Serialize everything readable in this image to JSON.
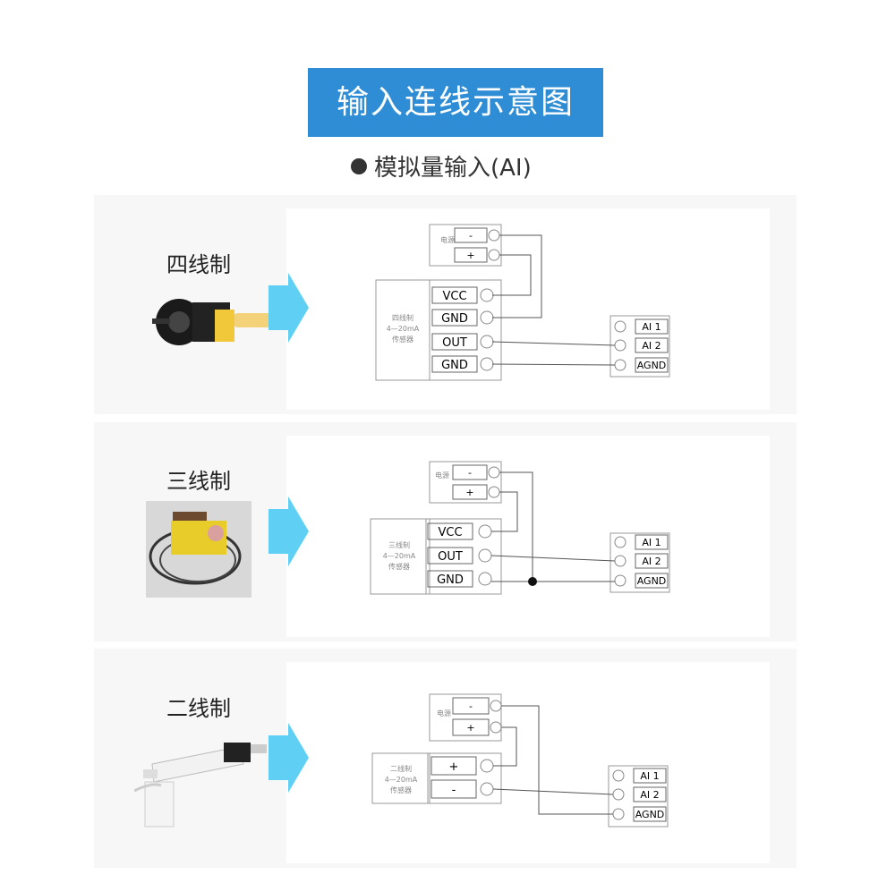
{
  "header": {
    "title": "输入连线示意图"
  },
  "subtitle": {
    "text": "模拟量输入(AI)"
  },
  "sections": [
    {
      "label": "四线制",
      "power": {
        "label": "电源",
        "minus": "-",
        "plus": "+"
      },
      "sensor": {
        "label_line1": "四线制",
        "label_line2": "4—20mA",
        "label_line3": "传感器",
        "terminals": [
          "VCC",
          "GND",
          "OUT",
          "GND"
        ]
      },
      "ai": [
        "AI 1",
        "AI 2",
        "AGND"
      ]
    },
    {
      "label": "三线制",
      "power": {
        "label": "电源",
        "minus": "-",
        "plus": "+"
      },
      "sensor": {
        "label_line1": "三线制",
        "label_line2": "4—20mA",
        "label_line3": "传感器",
        "terminals": [
          "VCC",
          "OUT",
          "GND"
        ]
      },
      "ai": [
        "AI 1",
        "AI 2",
        "AGND"
      ]
    },
    {
      "label": "二线制",
      "power": {
        "label": "电源",
        "minus": "-",
        "plus": "+"
      },
      "sensor": {
        "label_line1": "二线制",
        "label_line2": "4—20mA",
        "label_line3": "传感器",
        "terminals": [
          "+",
          "-"
        ]
      },
      "ai": [
        "AI 1",
        "AI 2",
        "AGND"
      ]
    }
  ],
  "colors": {
    "banner": "#2f8dd6",
    "arrow": "#5fd0f3",
    "line": "#555555"
  }
}
